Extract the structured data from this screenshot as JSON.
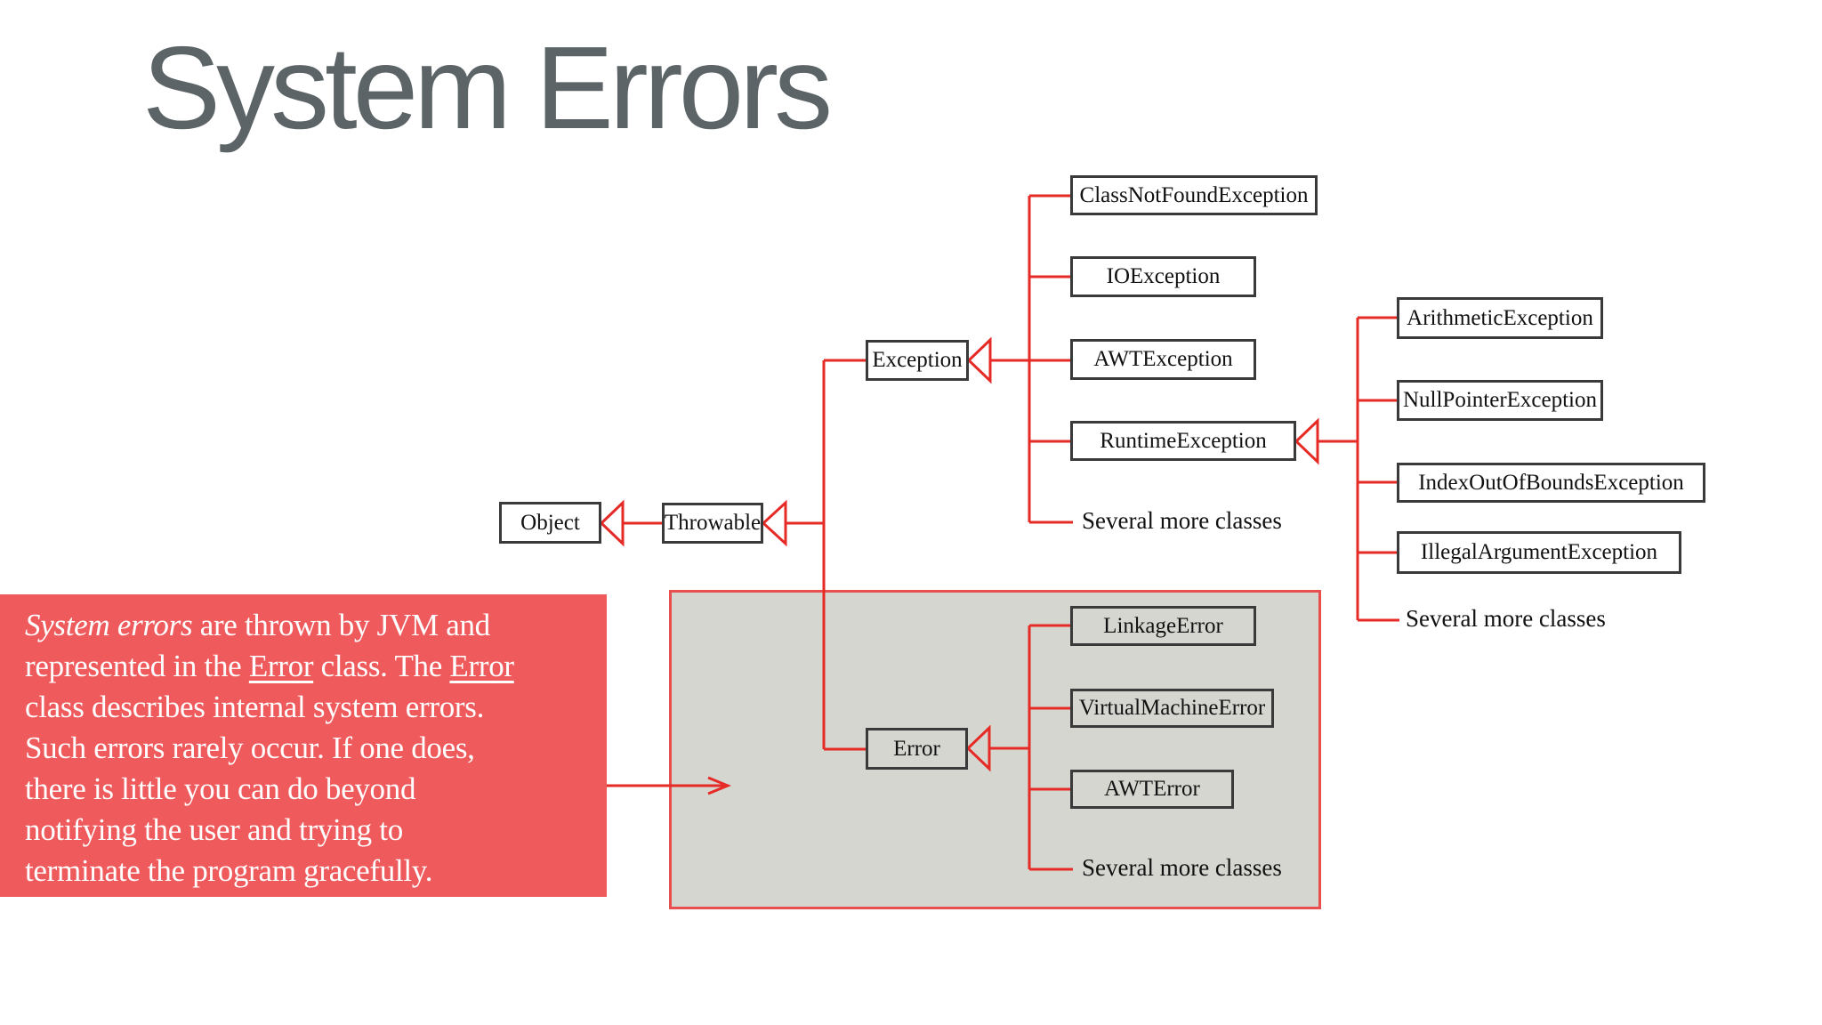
{
  "title": "System Errors",
  "diagram": {
    "nodes": {
      "object": "Object",
      "throwable": "Throwable",
      "exception": "Exception",
      "error": "Error",
      "classNotFound": "ClassNotFoundException",
      "ioException": "IOException",
      "awtException": "AWTException",
      "runtimeException": "RuntimeException",
      "arithmetic": "ArithmeticException",
      "nullPointer": "NullPointerException",
      "indexOutOfBounds": "IndexOutOfBoundsException",
      "illegalArgument": "IllegalArgumentException",
      "linkageError": "LinkageError",
      "virtualMachineError": "VirtualMachineError",
      "awtError": "AWTError",
      "severalMoreExc": "Several more classes",
      "severalMoreRt": "Several more classes",
      "severalMoreErr": "Several more classes"
    },
    "colors": {
      "line_red": "#e62a26",
      "box_border": "#3a3a3a",
      "gray_fill": "#d6d6d1",
      "gray_border": "#e85050"
    }
  },
  "note": {
    "bg": "#ef5a5c",
    "text_color": "#ffffff",
    "l1a": "System errors",
    "l1b": " are thrown by JVM and",
    "l2a": "represented in the ",
    "l2b": "Error",
    "l2c": " class. The ",
    "l2d": "Error",
    "l3": "class describes internal system errors.",
    "l4": "Such errors rarely occur. If one does,",
    "l5": "there is little you can do beyond",
    "l6": "notifying the user and trying to",
    "l7": "terminate the program gracefully."
  },
  "title_color": "#5c6467"
}
